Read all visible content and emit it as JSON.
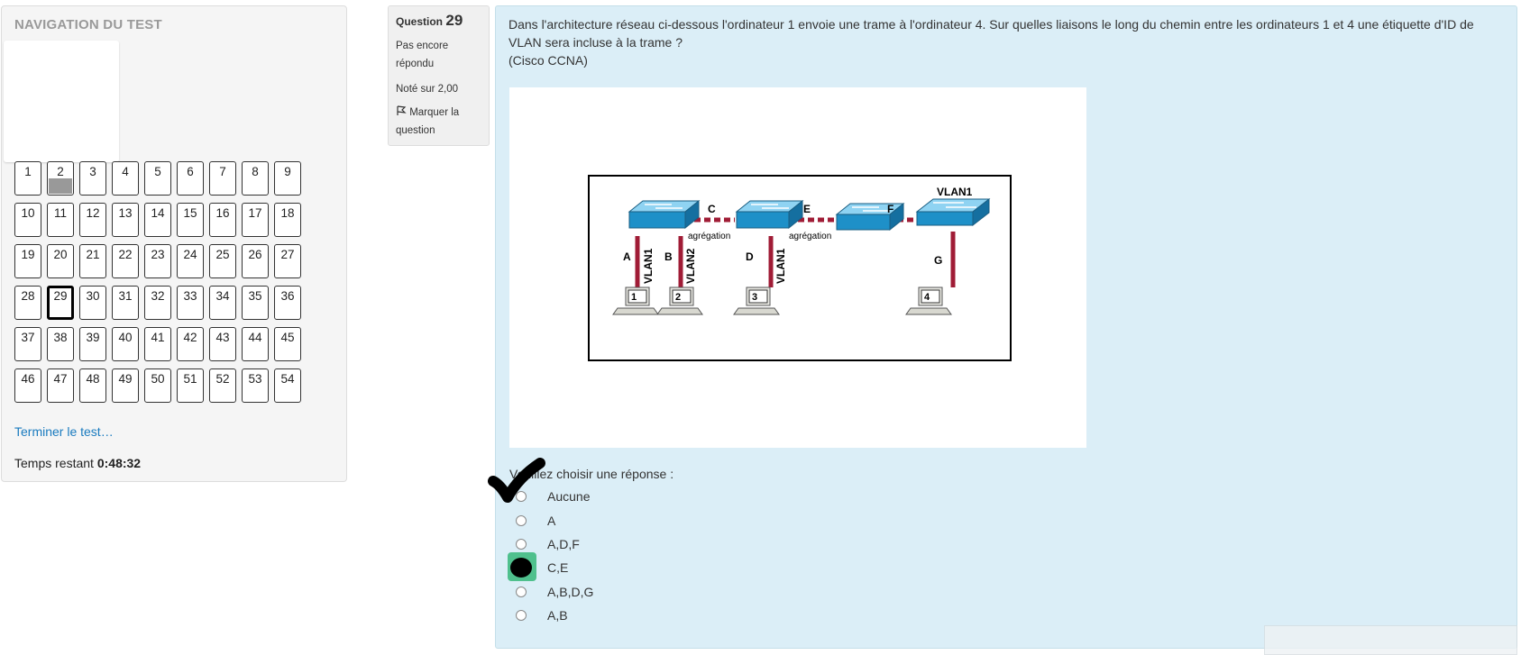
{
  "nav": {
    "title": "NAVIGATION DU TEST",
    "questions": [
      "1",
      "2",
      "3",
      "4",
      "5",
      "6",
      "7",
      "8",
      "9",
      "10",
      "11",
      "12",
      "13",
      "14",
      "15",
      "16",
      "17",
      "18",
      "19",
      "20",
      "21",
      "22",
      "23",
      "24",
      "25",
      "26",
      "27",
      "28",
      "29",
      "30",
      "31",
      "32",
      "33",
      "34",
      "35",
      "36",
      "37",
      "38",
      "39",
      "40",
      "41",
      "42",
      "43",
      "44",
      "45",
      "46",
      "47",
      "48",
      "49",
      "50",
      "51",
      "52",
      "53",
      "54"
    ],
    "answered": [
      "2"
    ],
    "current": "29",
    "finish_link": "Terminer le test…",
    "timer_label": "Temps restant",
    "timer_value": "0:48:32"
  },
  "qinfo": {
    "label": "Question",
    "number": "29",
    "state": "Pas encore répondu",
    "grade": "Noté sur 2,00",
    "flag_label": "Marquer la question"
  },
  "question": {
    "text_line1": "Dans l'architecture réseau ci-dessous l'ordinateur 1 envoie une trame à l'ordinateur 4. Sur quelles liaisons le long du chemin entre les ordinateurs 1 et 4 une étiquette d'ID de VLAN sera incluse à la trame ?",
    "text_line2": "(Cisco CCNA)",
    "prompt": "Veuillez choisir une réponse :",
    "answers": [
      "Aucune",
      "A",
      "A,D,F",
      "C,E",
      "A,B,D,G",
      "A,B"
    ],
    "selected_index": 3
  },
  "diagram": {
    "links": {
      "a": "A",
      "b": "B",
      "c": "C",
      "d": "D",
      "e": "E",
      "f": "F",
      "g": "G"
    },
    "trunk_label_1": "agrégation",
    "trunk_label_2": "agrégation",
    "vlan_a": "VLAN1",
    "vlan_b": "VLAN2",
    "vlan_d": "VLAN1",
    "vlan_top": "VLAN1",
    "pc1": "1",
    "pc2": "2",
    "pc3": "3",
    "pc4": "4"
  },
  "colors": {
    "accent": "#1a7bbf",
    "content_bg": "#dbeef7",
    "selected": "#4fc08d",
    "switch": "#1e90c8",
    "trunk": "#a01c36"
  }
}
